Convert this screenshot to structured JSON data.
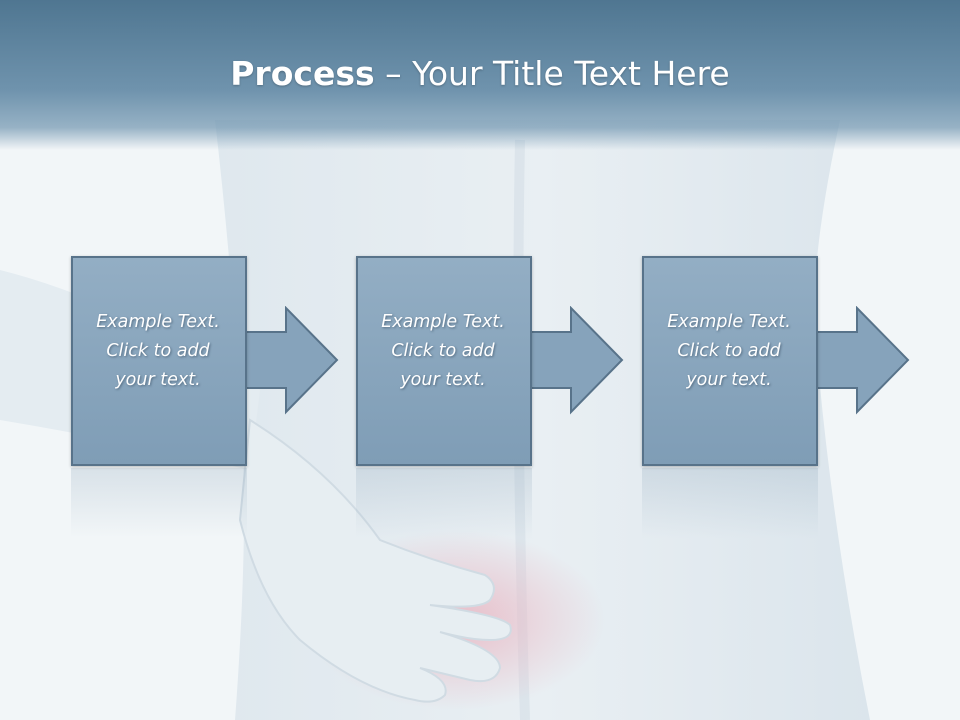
{
  "slide": {
    "title_strong": "Process",
    "title_rest": " – Your Title Text Here"
  },
  "steps": [
    {
      "text": "Example Text.\nClick  to add\nyour text."
    },
    {
      "text": "Example Text.\nClick  to add\nyour text."
    },
    {
      "text": "Example Text.\nClick  to add\nyour text."
    }
  ],
  "colors": {
    "title_bar": "#5a7f9b",
    "box_fill": "#8aa7bf",
    "box_border": "#58738a",
    "background": "#eef3f6"
  }
}
